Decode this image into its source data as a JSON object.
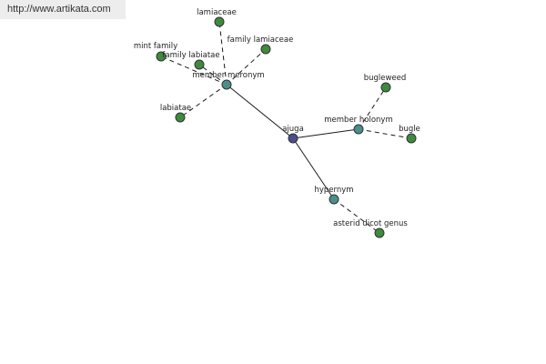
{
  "header": {
    "source_url": "http://www.artikata.com"
  },
  "colors": {
    "root_node": "#4b4e8a",
    "relation_node": "#4a8f8a",
    "leaf_node": "#3e8a3e",
    "edge": "#1a1a1a"
  },
  "graph": {
    "nodes": [
      {
        "id": "ajuga",
        "label": "ajuga",
        "kind": "root"
      },
      {
        "id": "member-meronym",
        "label": "member meronym",
        "kind": "relation"
      },
      {
        "id": "member-holonym",
        "label": "member holonym",
        "kind": "relation"
      },
      {
        "id": "hypernym",
        "label": "hypernym",
        "kind": "relation"
      },
      {
        "id": "lamiaceae",
        "label": "lamiaceae",
        "kind": "leaf"
      },
      {
        "id": "family-lamiaceae",
        "label": "family lamiaceae",
        "kind": "leaf"
      },
      {
        "id": "mint-family",
        "label": "mint family",
        "kind": "leaf"
      },
      {
        "id": "family-labiatae",
        "label": "family labiatae",
        "kind": "leaf"
      },
      {
        "id": "labiatae",
        "label": "labiatae",
        "kind": "leaf"
      },
      {
        "id": "bugleweed",
        "label": "bugleweed",
        "kind": "leaf"
      },
      {
        "id": "bugle",
        "label": "bugle",
        "kind": "leaf"
      },
      {
        "id": "asterid-dicot-genus",
        "label": "asterid dicot genus",
        "kind": "leaf"
      }
    ],
    "edges": [
      {
        "from": "ajuga",
        "to": "member-meronym",
        "style": "solid"
      },
      {
        "from": "ajuga",
        "to": "member-holonym",
        "style": "solid"
      },
      {
        "from": "ajuga",
        "to": "hypernym",
        "style": "solid"
      },
      {
        "from": "member-meronym",
        "to": "lamiaceae",
        "style": "dashed"
      },
      {
        "from": "member-meronym",
        "to": "family-lamiaceae",
        "style": "dashed"
      },
      {
        "from": "member-meronym",
        "to": "mint-family",
        "style": "dashed"
      },
      {
        "from": "member-meronym",
        "to": "family-labiatae",
        "style": "dashed"
      },
      {
        "from": "member-meronym",
        "to": "labiatae",
        "style": "dashed"
      },
      {
        "from": "member-holonym",
        "to": "bugleweed",
        "style": "dashed"
      },
      {
        "from": "member-holonym",
        "to": "bugle",
        "style": "dashed"
      },
      {
        "from": "hypernym",
        "to": "asterid-dicot-genus",
        "style": "dashed"
      }
    ]
  }
}
